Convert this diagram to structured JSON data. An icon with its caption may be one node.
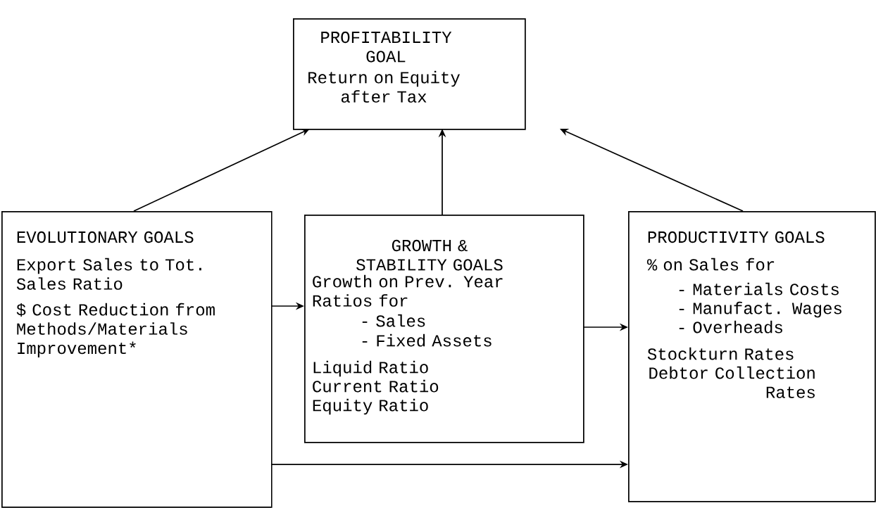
{
  "diagram": {
    "nodes": [
      {
        "text": [
          "PROFITABILITY GOAL",
          "Return on Equity after Tax"
        ]
      },
      {
        "text": [
          "EVOLUTIONARY GOALS",
          "Export Sales to Tot. Sales Ratio",
          "$ Cost Reduction from Methods/Materials Improvement*"
        ]
      },
      {
        "text": [
          "GROWTH & STABILITY GOALS",
          "Growth on Prev. Year Ratios for",
          "- Sales",
          "- Fixed Assets",
          "Liquid Ratio",
          "Current Ratio",
          "Equity Ratio"
        ]
      },
      {
        "text": [
          "PRODUCTIVITY GOALS",
          "% on Sales for",
          "- Materials Costs",
          "- Manufact. Wages",
          "- Overheads",
          "Stockturn Rates",
          "Debtor Collection Rates"
        ]
      }
    ],
    "edges": [
      {
        "from": 1,
        "to": 0,
        "arrow": "to"
      },
      {
        "from": 2,
        "to": 0,
        "arrow": "to"
      },
      {
        "from": 3,
        "to": 0,
        "arrow": "to"
      },
      {
        "from": 1,
        "to": 2,
        "arrow": "to"
      },
      {
        "from": 2,
        "to": 3,
        "arrow": "to"
      },
      {
        "from": 1,
        "to": 3,
        "arrow": "to"
      }
    ]
  }
}
